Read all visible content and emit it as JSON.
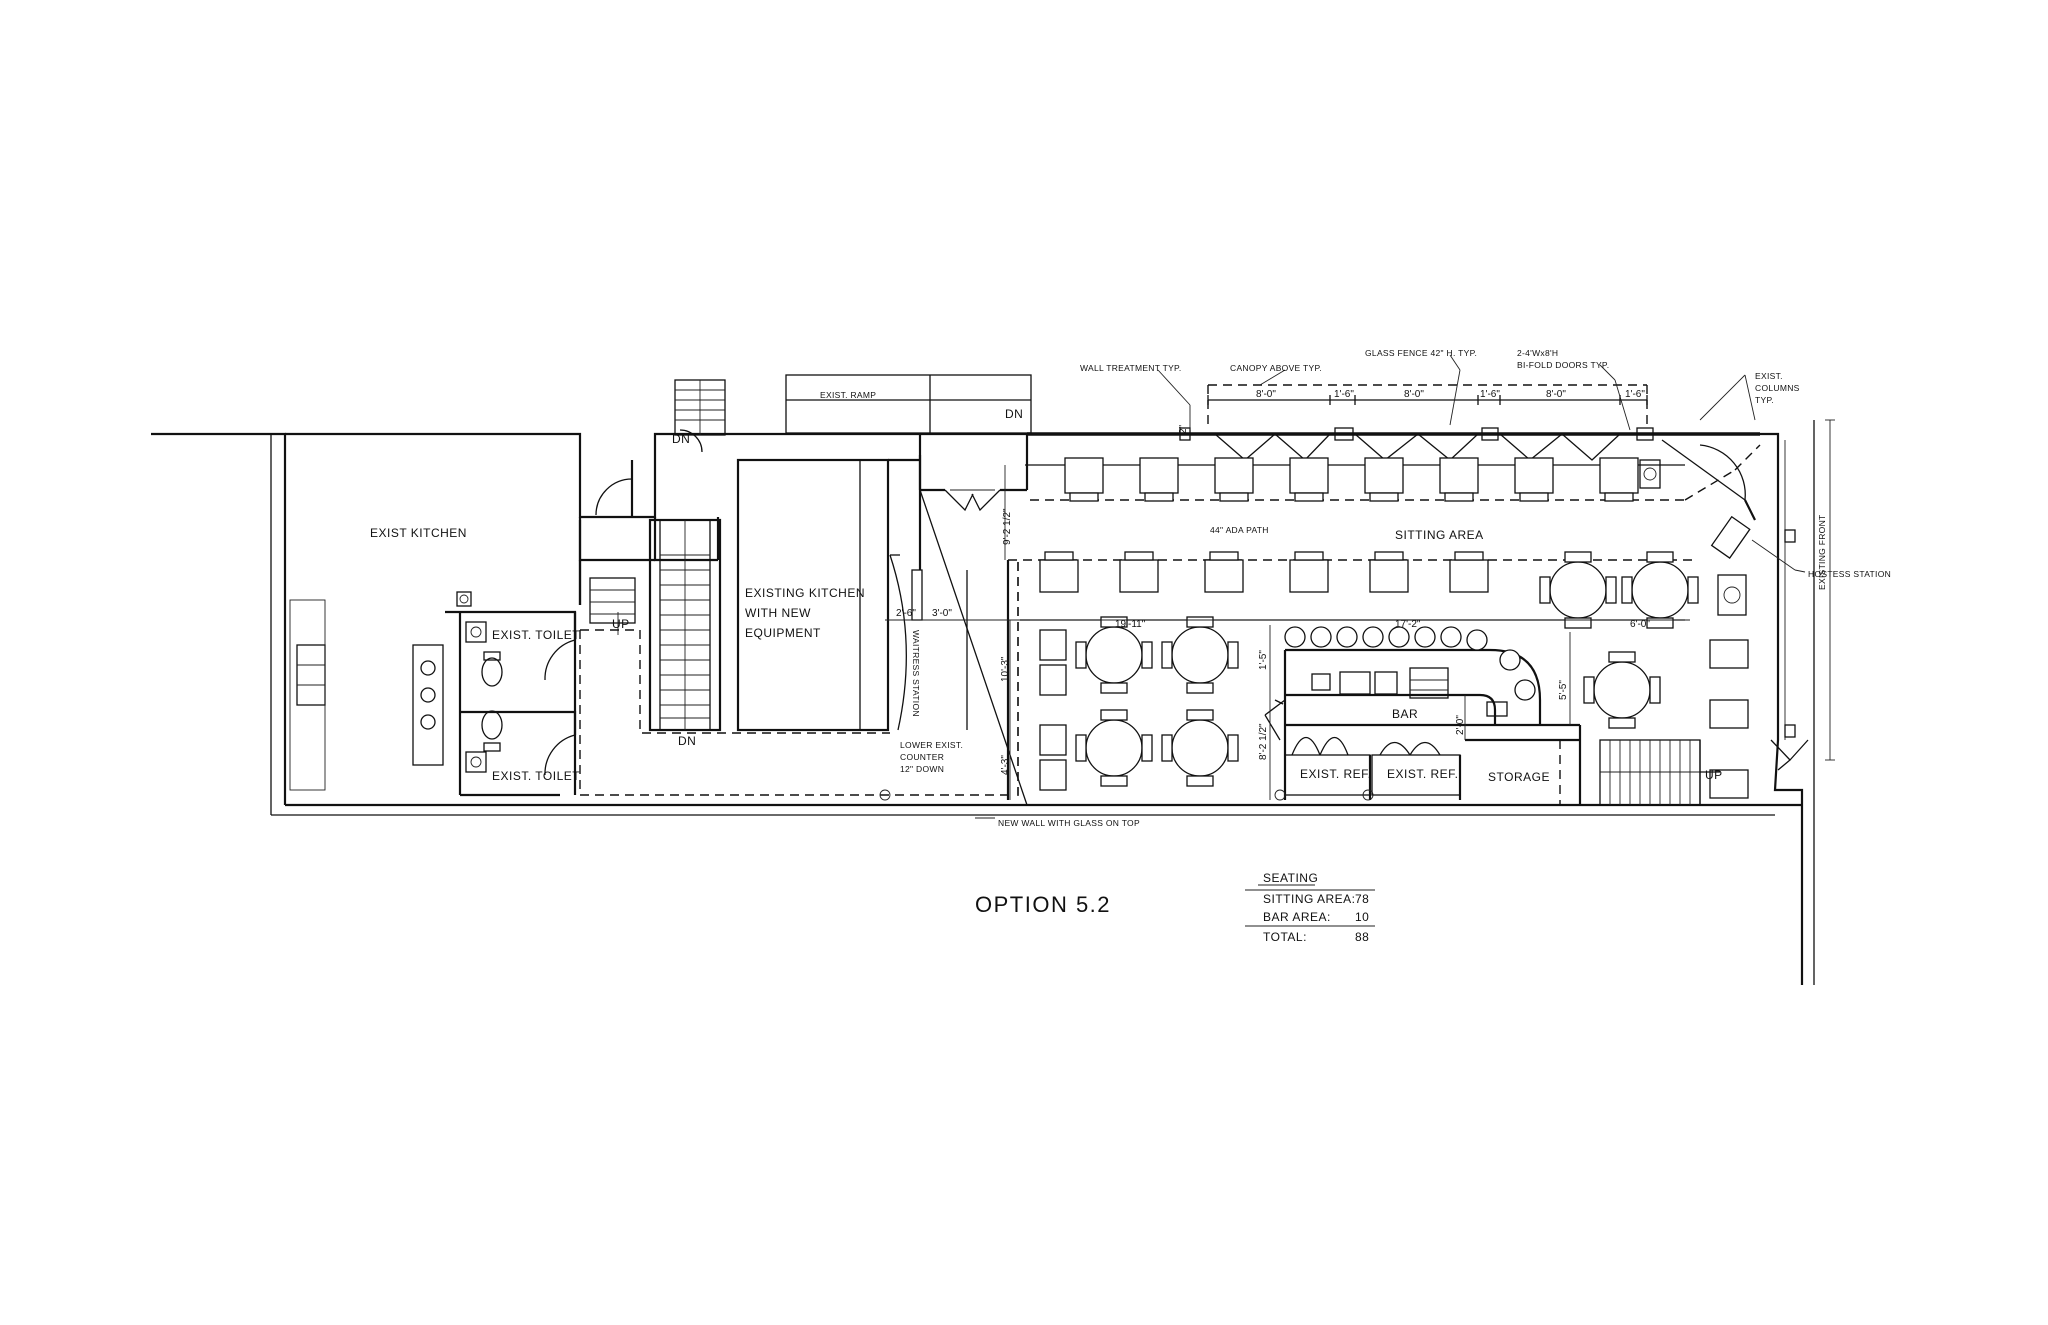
{
  "labels": {
    "exist_kitchen": "EXIST KITCHEN",
    "existing_kitchen_line1": "EXISTING KITCHEN",
    "existing_kitchen_line2": "WITH NEW",
    "existing_kitchen_line3": "EQUIPMENT",
    "exist_toilet_1": "EXIST. TOILET",
    "exist_toilet_2": "EXIST. TOILET",
    "up_1": "UP",
    "up_2": "UP",
    "dn_1": "DN",
    "dn_2": "DN",
    "dn_3": "DN",
    "exist_ramp": "EXIST. RAMP",
    "waitress_station": "WAITRESS STATION",
    "lower_counter_line1": "LOWER EXIST.",
    "lower_counter_line2": "COUNTER",
    "lower_counter_line3": "12\" DOWN",
    "new_wall": "NEW WALL WITH GLASS ON TOP",
    "ada_path": "44\" ADA PATH",
    "sitting_area": "SITTING AREA",
    "bar": "BAR",
    "exist_ref_1": "EXIST. REF.",
    "exist_ref_2": "EXIST. REF.",
    "storage": "STORAGE",
    "hostess_station": "HOSTESS STATION",
    "existing_front": "EXISTING FRONT",
    "wall_treatment": "WALL TREATMENT TYP.",
    "canopy": "CANOPY ABOVE TYP.",
    "glass_fence": "GLASS FENCE 42\" H. TYP.",
    "bifold_line1": "2-4'Wx8'H",
    "bifold_line2": "BI-FOLD DOORS TYP.",
    "columns_line1": "EXIST.",
    "columns_line2": "COLUMNS",
    "columns_line3": "TYP.",
    "option_title": "OPTION 5.2"
  },
  "dimensions": {
    "d_8_0_a": "8'-0\"",
    "d_8_0_b": "8'-0\"",
    "d_8_0_c": "8'-0\"",
    "d_1_6_a": "1'-6\"",
    "d_1_6_b": "1'-6\"",
    "d_1_6_c": "1'-6\"",
    "d_2": "2\"",
    "d_9_2_half": "9'-2 1/2\"",
    "d_2_6": "2'-6\"",
    "d_3_0": "3'-0\"",
    "d_19_11": "19'-11\"",
    "d_17_2": "17'-2\"",
    "d_6_0": "6'-0\"",
    "d_10_3": "10'-3\"",
    "d_4_3": "4'-3\"",
    "d_1_5": "1'-5\"",
    "d_5_5": "5'-5\"",
    "d_2_0": "2'-0\"",
    "d_8_2_half": "8'-2 1/2\""
  },
  "seating_schedule": {
    "heading": "SEATING",
    "rows": [
      {
        "label": "SITTING AREA:",
        "value": "78"
      },
      {
        "label": "BAR AREA:",
        "value": "10"
      }
    ],
    "total_label": "TOTAL:",
    "total_value": "88"
  },
  "colors": {
    "ink": "#111111",
    "paper": "#ffffff"
  }
}
